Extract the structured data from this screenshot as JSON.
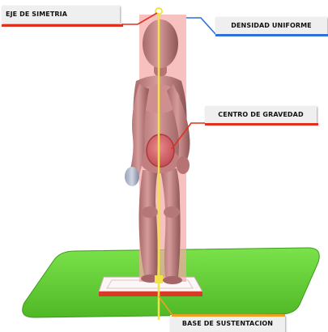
{
  "labels": {
    "eje_de_simetria": "EJE DE SIMETRIA",
    "densidad_uniforme": "DENSIDAD UNIFORME",
    "centro_de_gravedad": "CENTRO DE GRAVEDAD",
    "base_de_sustentacion": "BASE DE SUSTENTACION"
  },
  "colors": {
    "axis_line": "#f2e24a",
    "density_band": "#f3a9a6",
    "figure_body": "#c98a8a",
    "figure_shadow": "#8f5656",
    "gravity_center": "#d7666a",
    "ground_plane": "#62d133",
    "base_plate": "#f4eeee",
    "leader_red": "#e1301c",
    "leader_blue": "#2f6fd6",
    "leader_orange": "#f0a020"
  }
}
